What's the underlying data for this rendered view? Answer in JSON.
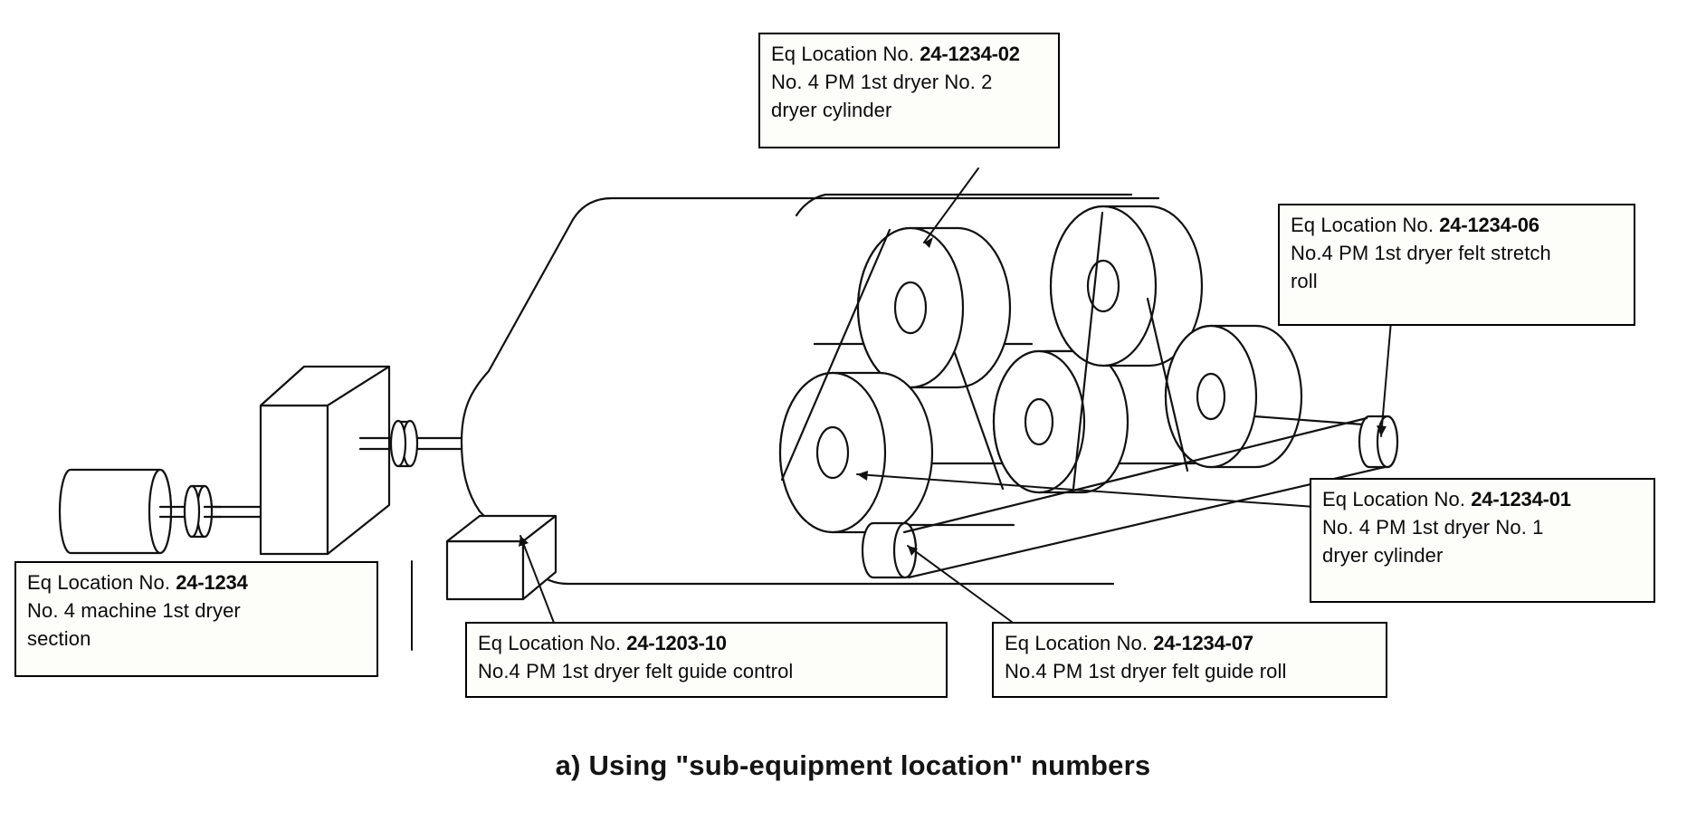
{
  "caption": "a) Using \"sub-equipment location\" numbers",
  "label_prefix": "Eq Location No. ",
  "callouts": [
    {
      "id": "dryer-cylinder-2",
      "number": "24-1234-02",
      "line1_prefix": "Eq Location No. ",
      "line2": "No. 4 PM 1st dryer No. 2",
      "line3": "dryer cylinder"
    },
    {
      "id": "felt-stretch-roll",
      "number": "24-1234-06",
      "line1_prefix": "Eq Location No. ",
      "line2": "No.4 PM 1st dryer felt stretch",
      "line3": "roll"
    },
    {
      "id": "dryer-cylinder-1",
      "number": "24-1234-01",
      "line1_prefix": "Eq Location No. ",
      "line2": "No. 4 PM 1st dryer No. 1",
      "line3": "dryer cylinder"
    },
    {
      "id": "machine-dryer-section",
      "number": "24-1234",
      "line1_prefix": "Eq Location No. ",
      "line2": "No. 4  machine 1st dryer",
      "line3": "section"
    },
    {
      "id": "felt-guide-control",
      "number": "24-1203-10",
      "line1_prefix": "Eq Location No. ",
      "line2": "No.4 PM 1st dryer felt guide control",
      "line3": ""
    },
    {
      "id": "felt-guide-roll",
      "number": "24-1234-07",
      "line1_prefix": "Eq Location No. ",
      "line2": "No.4 PM 1st dryer felt guide roll",
      "line3": ""
    }
  ],
  "equipment": [
    {
      "id": "drive-motor",
      "name": "drive motor cylinder"
    },
    {
      "id": "motor-coupling",
      "name": "motor coupling"
    },
    {
      "id": "gearbox",
      "name": "gear reducer box"
    },
    {
      "id": "gearbox-coupling",
      "name": "gearbox output coupling"
    },
    {
      "id": "dryer-hood",
      "name": "dryer section hood"
    },
    {
      "id": "dryer-cylinder-1",
      "name": "No. 1 dryer cylinder"
    },
    {
      "id": "dryer-cylinder-2",
      "name": "No. 2 dryer cylinder"
    },
    {
      "id": "dryer-cylinder-3",
      "name": "No. 3 dryer cylinder"
    },
    {
      "id": "dryer-cylinder-4",
      "name": "No. 4 dryer cylinder"
    },
    {
      "id": "dryer-cylinder-5",
      "name": "No. 5 dryer cylinder"
    },
    {
      "id": "felt-stretch-roll",
      "name": "felt stretch roll"
    },
    {
      "id": "felt-guide-roll",
      "name": "felt guide roll"
    },
    {
      "id": "felt-guide-control",
      "name": "felt guide control box"
    }
  ],
  "colors": {
    "stroke": "#111111",
    "fill": "#ffffff",
    "box_border": "#000000",
    "box_fill": "#fdfdfa",
    "text": "#0b0b0b"
  }
}
